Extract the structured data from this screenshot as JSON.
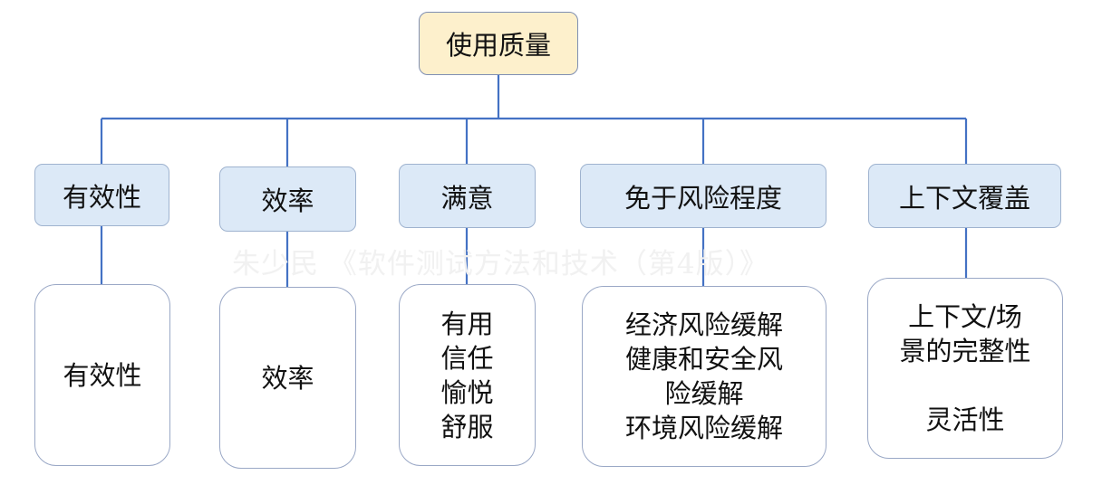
{
  "root": {
    "label": "使用质量"
  },
  "watermark": "朱少民 《软件测试方法和技术（第4版）》",
  "categories": [
    {
      "label": "有效性",
      "details": [
        "有效性"
      ]
    },
    {
      "label": "效率",
      "details": [
        "效率"
      ]
    },
    {
      "label": "满意",
      "details": [
        "有用",
        "信任",
        "愉悦",
        "舒服"
      ]
    },
    {
      "label": "免于风险程度",
      "details": [
        "经济风险缓解",
        "健康和安全风",
        "险缓解",
        "环境风险缓解"
      ]
    },
    {
      "label": "上下文覆盖",
      "details": [
        "上下文/场",
        "景的完整性",
        "",
        "灵活性"
      ]
    }
  ],
  "colors": {
    "connector": "#4472c4",
    "root_fill": "#fdf0cc",
    "category_fill": "#dce9f7"
  }
}
